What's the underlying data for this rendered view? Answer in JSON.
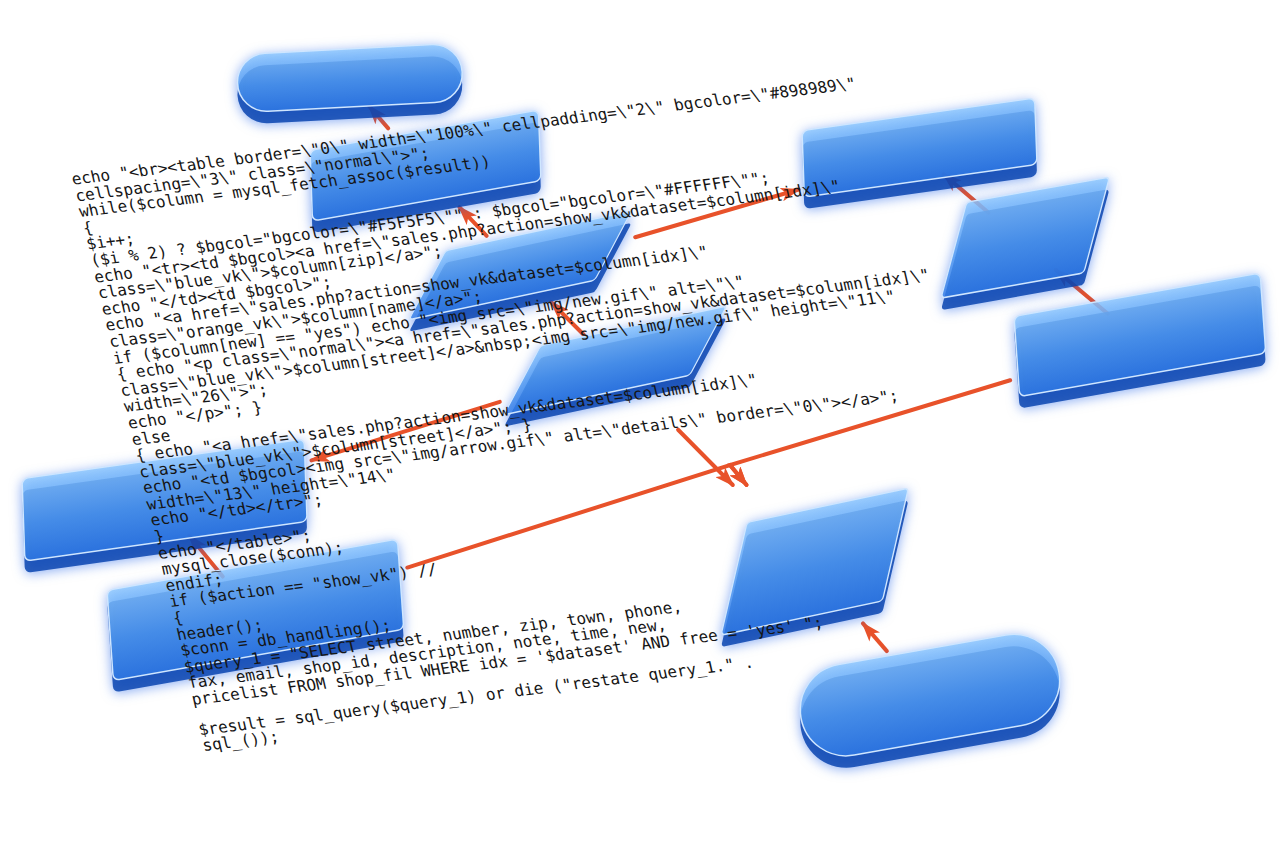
{
  "diagram": {
    "nodes": [
      {
        "text": []
      },
      {
        "text": []
      },
      {
        "text": []
      },
      {
        "text": []
      },
      {
        "text": []
      },
      {
        "text": []
      },
      {
        "text": []
      },
      {
        "text": []
      },
      {
        "text": []
      },
      {
        "text": []
      },
      {
        "text": []
      }
    ],
    "edges": [
      {
        "from": 0,
        "to": 1,
        "arrow": "to"
      },
      {
        "from": 1,
        "to": 2,
        "arrow": "to"
      },
      {
        "from": 2,
        "to": 6,
        "arrow": "to"
      },
      {
        "from": 6,
        "to": 7,
        "arrow": "to"
      },
      {
        "from": 7,
        "to": 8,
        "arrow": "to"
      },
      {
        "from": 2,
        "to": 3,
        "arrow": "to"
      },
      {
        "from": 3,
        "to": 4,
        "arrow": "to"
      },
      {
        "from": 4,
        "to": 5,
        "arrow": "to"
      },
      {
        "from": 3,
        "to": 9,
        "arrow": "to"
      },
      {
        "from": 9,
        "to": 10,
        "arrow": "to"
      },
      {
        "from": 8,
        "to": 9,
        "arrow": "to"
      },
      {
        "from": 5,
        "to": 9,
        "arrow": "to"
      }
    ],
    "labels": [
      "echo \"<br><table border=\\\"0\\\" width=\\\"100%\\\" cellpadding=\\\"2\\\" bgcolor=\\\"#898989\\\"",
      "cellspacing=\\\"3\\\" class=\\\"normal\\\">\";",
      "while($column = mysql_fetch_assoc($result))",
      "{",
      "$i++;",
      "($i % 2) ? $bgcol=\"bgcolor=\\\"#F5F5F5\\\"\" : $bgcol=\"bgcolor=\\\"#FFFFFF\\\"\";",
      "echo \"<tr><td $bgcol><a href=\\\"sales.php?action=show_vk&dataset=$column[idx]\\\"",
      "class=\\\"blue_vk\\\">$column[zip]</a>\";",
      "echo \"</td><td $bgcol>\";",
      "echo \"<a href=\\\"sales.php?action=show_vk&dataset=$column[idx]\\\"",
      "class=\\\"orange_vk\\\">$column[name]</a>\";",
      "if ($column[new] == \"yes\") echo \"<img src=\\\"img/new.gif\\\" alt=\\\"\\\"",
      "{ echo \"<p class=\\\"normal\\\"><a href=\\\"sales.php?action=show_vk&dataset=$column[idx]\\\"",
      "class=\\\"blue_vk\\\">$column[street]</a>&nbsp;<img src=\\\"img/new.gif\\\" height=\\\"11\\\"",
      "width=\\\"26\\\">\";",
      "echo \"</p>\"; }",
      "else",
      "{ echo \"<a href=\\\"sales.php?action=show_vk&dataset=$column[idx]\\\"",
      "class=\\\"blue_vk\\\">$column[street]</a>\"; }",
      "echo \"<td $bgcol><img src=\\\"img/arrow.gif\\\" alt=\\\"details\\\" border=\\\"0\\\"></a>\";",
      "width=\\\"13\\\" height=\\\"14\\\"",
      "echo \"</td></tr>\";",
      "}",
      "echo \"</table>\";",
      "mysql_close($conn);",
      "endif;",
      "if ($action == \"show_vk\") //",
      "{",
      "header();",
      "$conn = db_handling();",
      "$query_1 = \"SELECT street, number, zip, town, phone,",
      "fax, email, shop_id, description, note, time, new,",
      "pricelist FROM shop_fil WHERE idx = '$dataset' AND free = 'yes' \";",
      "$result = sql_query($query_1) or die (\"restate query_1.\" .",
      "sql_());"
    ]
  }
}
